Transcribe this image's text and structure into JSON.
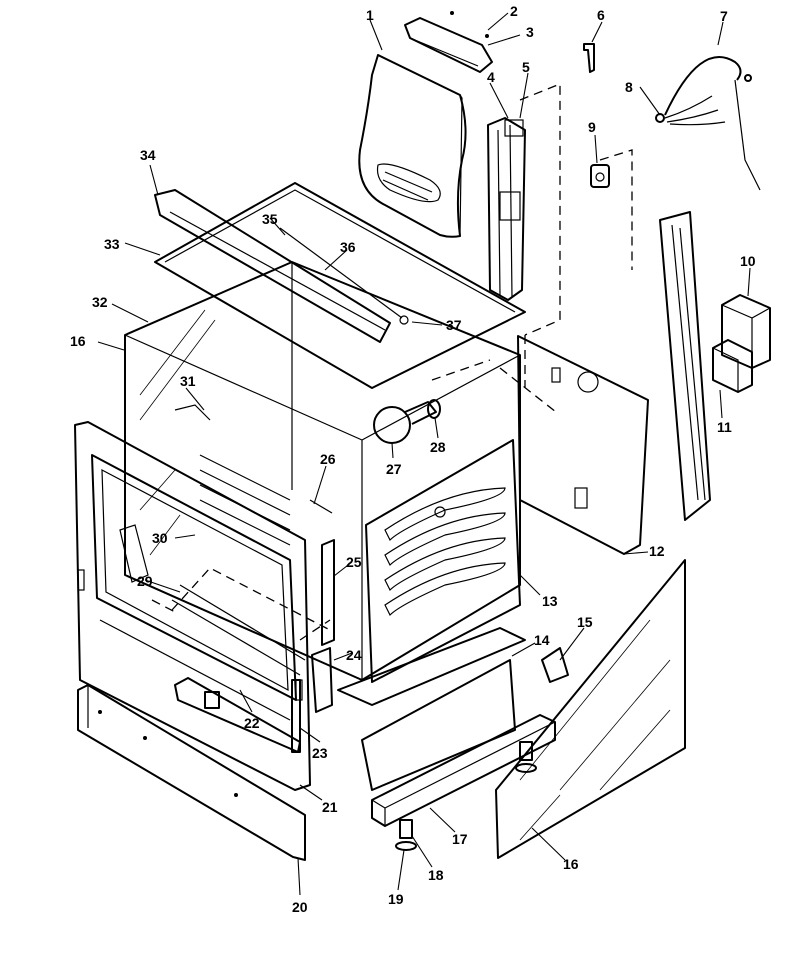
{
  "callouts": [
    {
      "id": "c1",
      "number": "1"
    },
    {
      "id": "c2",
      "number": "2"
    },
    {
      "id": "c3",
      "number": "3"
    },
    {
      "id": "c4",
      "number": "4"
    },
    {
      "id": "c5",
      "number": "5"
    },
    {
      "id": "c6",
      "number": "6"
    },
    {
      "id": "c7",
      "number": "7"
    },
    {
      "id": "c8",
      "number": "8"
    },
    {
      "id": "c9",
      "number": "9"
    },
    {
      "id": "c10",
      "number": "10"
    },
    {
      "id": "c11",
      "number": "11"
    },
    {
      "id": "c12",
      "number": "12"
    },
    {
      "id": "c13",
      "number": "13"
    },
    {
      "id": "c14",
      "number": "14"
    },
    {
      "id": "c15",
      "number": "15"
    },
    {
      "id": "c16a",
      "number": "16"
    },
    {
      "id": "c16b",
      "number": "16"
    },
    {
      "id": "c17",
      "number": "17"
    },
    {
      "id": "c18",
      "number": "18"
    },
    {
      "id": "c19",
      "number": "19"
    },
    {
      "id": "c20",
      "number": "20"
    },
    {
      "id": "c21",
      "number": "21"
    },
    {
      "id": "c22",
      "number": "22"
    },
    {
      "id": "c23",
      "number": "23"
    },
    {
      "id": "c24",
      "number": "24"
    },
    {
      "id": "c25",
      "number": "25"
    },
    {
      "id": "c26",
      "number": "26"
    },
    {
      "id": "c27",
      "number": "27"
    },
    {
      "id": "c28",
      "number": "28"
    },
    {
      "id": "c29",
      "number": "29"
    },
    {
      "id": "c30",
      "number": "30"
    },
    {
      "id": "c31",
      "number": "31"
    },
    {
      "id": "c32",
      "number": "32"
    },
    {
      "id": "c33",
      "number": "33"
    },
    {
      "id": "c34",
      "number": "34"
    },
    {
      "id": "c35",
      "number": "35"
    },
    {
      "id": "c36",
      "number": "36"
    },
    {
      "id": "c37",
      "number": "37"
    }
  ]
}
